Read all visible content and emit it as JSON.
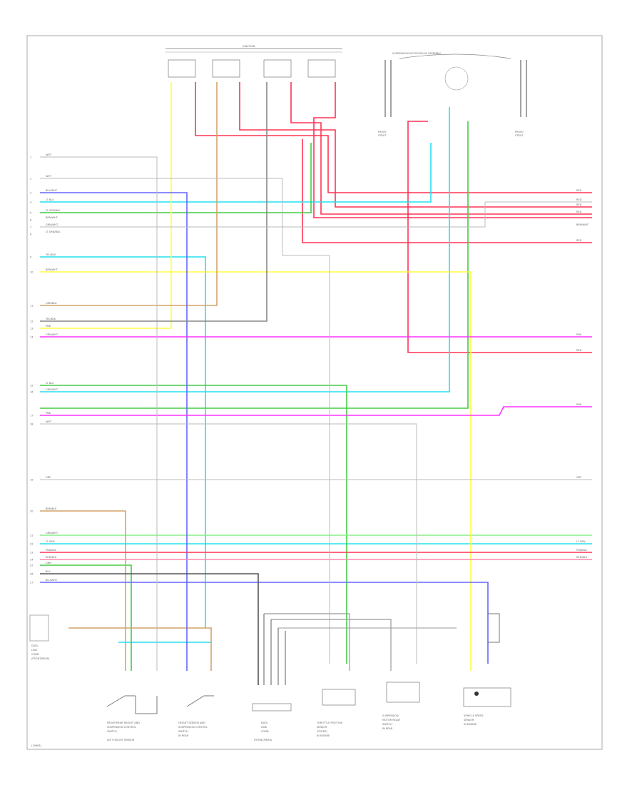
{
  "diagram": {
    "page_code": "(19963)",
    "fuse_block_label": "JUNCTION",
    "module_label_top_right": "SUSPENSION MOTOR RELAY ASSEMBLY",
    "colors": {
      "red": "#ff3355",
      "cyan": "#22e0ee",
      "green": "#44cc44",
      "yellow": "#ffff44",
      "tan": "#d2a46a",
      "blue": "#6666ff",
      "magenta": "#ff33ff",
      "gray": "#888888",
      "black": "#333333",
      "lightgreen": "#88ee88",
      "pink": "#ff88aa"
    },
    "left_wire_labels": [
      {
        "num": "1",
        "text": "WHT"
      },
      {
        "num": "2",
        "text": "WHT"
      },
      {
        "num": "3",
        "text": "BLK/WHT"
      },
      {
        "num": "4",
        "text": "LT BLU"
      },
      {
        "num": "5",
        "text": "LT GRN/BLK"
      },
      {
        "num": "6",
        "text": "BRN/WHT"
      },
      {
        "num": "7",
        "text": "GRN/WHT"
      },
      {
        "num": "8",
        "text": "LT GRN/BLK"
      },
      {
        "num": "9",
        "text": "YEL/BLK"
      },
      {
        "num": "10",
        "text": "BRN/WHT"
      },
      {
        "num": "11",
        "text": "GRN/BLK"
      },
      {
        "num": "12",
        "text": "YEL/BLK"
      },
      {
        "num": "13",
        "text": "PNK"
      },
      {
        "num": "14",
        "text": "GRN/WHT"
      },
      {
        "num": "15",
        "text": "LT BLU"
      },
      {
        "num": "16",
        "text": "GRN/WHT"
      },
      {
        "num": "17",
        "text": "PNK"
      },
      {
        "num": "18",
        "text": "WHT"
      },
      {
        "num": "19",
        "text": "GRY"
      },
      {
        "num": "20",
        "text": "BRN/BLK"
      },
      {
        "num": "21",
        "text": "GRN/WHT"
      },
      {
        "num": "22",
        "text": "LT GRN"
      },
      {
        "num": "23",
        "text": "PNK/BLK"
      },
      {
        "num": "24",
        "text": "RED/BLK"
      },
      {
        "num": "25",
        "text": "GRN"
      },
      {
        "num": "26",
        "text": "BLK"
      },
      {
        "num": "27",
        "text": "BLU/WHT"
      }
    ],
    "right_wire_labels": [
      {
        "text": "RED"
      },
      {
        "text": "RED"
      },
      {
        "text": "RED"
      },
      {
        "text": "RED"
      },
      {
        "text": "BRN/WHT"
      },
      {
        "text": "RED"
      },
      {
        "text": "PNK"
      },
      {
        "text": "RED"
      },
      {
        "text": "PNK"
      },
      {
        "text": "GRY"
      },
      {
        "text": "LT GRN"
      },
      {
        "text": "PNK/BLK"
      },
      {
        "text": "RED/BLK"
      }
    ],
    "bottom_components": [
      {
        "id": "left-height-sensor",
        "lines": [
          "FRONT/REAR HEIGHT AND",
          "SUSPENSION CONTROL",
          "SWITCH",
          "LEFT HEIGHT SENSOR"
        ]
      },
      {
        "id": "right-height-sensor",
        "lines": [
          "HEIGHT SENSOR AND",
          "SUSPENSION CONTROL",
          "SWITCH",
          "IN REAR"
        ]
      },
      {
        "id": "dlc",
        "lines": [
          "DATA",
          "LINK",
          "CONN",
          "(FRONT/REAR)"
        ]
      },
      {
        "id": "throttle-sensor",
        "lines": [
          "THROTTLE POSITION",
          "SENSOR",
          "(FRONT)",
          "IN ENGINE"
        ]
      },
      {
        "id": "suspension-relay",
        "lines": [
          "SUSPENSION",
          "MOTOR RELAY",
          "SWITCH",
          "IN REAR"
        ]
      },
      {
        "id": "speed-sensor",
        "lines": [
          "VEHICLE SPEED",
          "SENSOR",
          "IN ENGINE"
        ]
      }
    ],
    "left_connector_labels": [
      "DATA",
      "LINK",
      "CONN",
      "(FRONT/REAR)"
    ],
    "top_right_sub_labels": [
      "FRONT",
      "STRUT",
      "FRONT",
      "STRUT"
    ]
  }
}
